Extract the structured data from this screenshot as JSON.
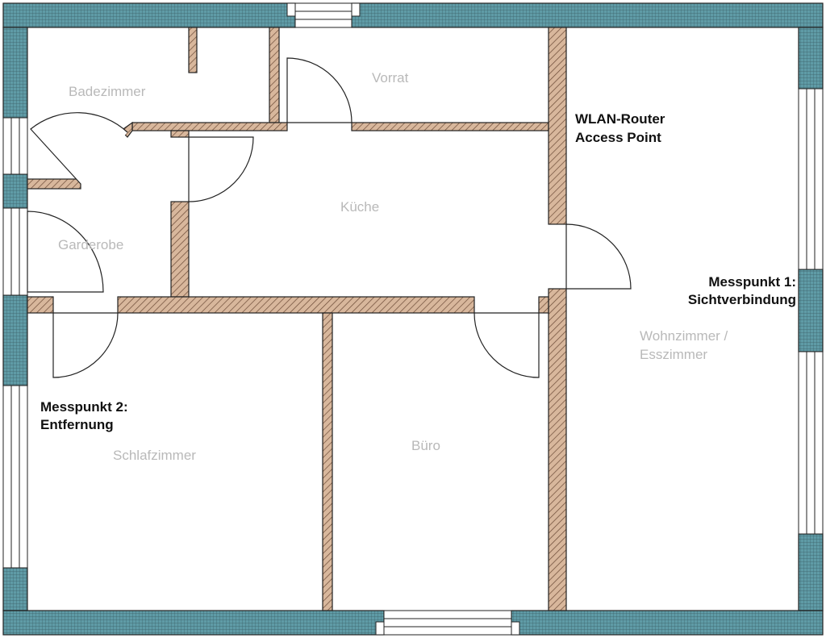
{
  "rooms": {
    "badezimmer": "Badezimmer",
    "vorrat": "Vorrat",
    "kueche": "Küche",
    "garderobe": "Garderobe",
    "wohnzimmer_line1": "Wohnzimmer /",
    "wohnzimmer_line2": "Esszimmer",
    "schlafzimmer": "Schlafzimmer",
    "buero": "Büro"
  },
  "annotations": {
    "router_line1": "WLAN-Router",
    "router_line2": "Access Point",
    "messpunkt1_line1": "Messpunkt 1:",
    "messpunkt1_line2": "Sichtverbindung",
    "messpunkt2_line1": "Messpunkt 2:",
    "messpunkt2_line2": "Entfernung"
  },
  "colors": {
    "outer_wall": "#5f9ba6",
    "inner_wall": "#d8b79c",
    "line": "#222222",
    "room_label": "#b9b9b9",
    "annotation": "#111111"
  }
}
